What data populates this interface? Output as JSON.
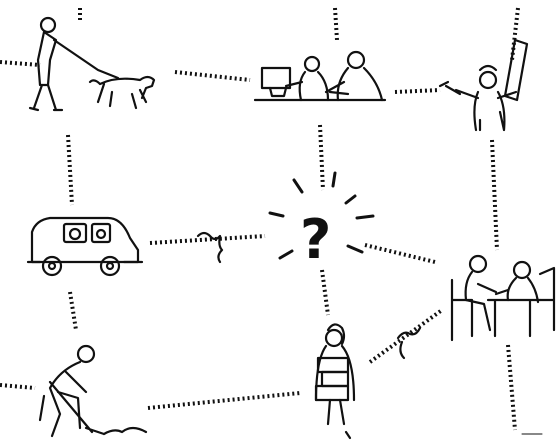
{
  "center": {
    "symbol": "?"
  },
  "ink_color": "#111111",
  "background": "#ffffff",
  "nodes": [
    {
      "id": "dog-walker",
      "icon": "person-walking-dog-icon"
    },
    {
      "id": "office-workers",
      "icon": "people-at-computer-icon"
    },
    {
      "id": "craftsman",
      "icon": "person-with-drill-icon"
    },
    {
      "id": "van",
      "icon": "delivery-van-icon"
    },
    {
      "id": "meeting",
      "icon": "people-at-table-icon"
    },
    {
      "id": "sweeper",
      "icon": "person-sweeping-icon"
    },
    {
      "id": "parcel-carrier",
      "icon": "person-carrying-parcels-icon"
    }
  ]
}
